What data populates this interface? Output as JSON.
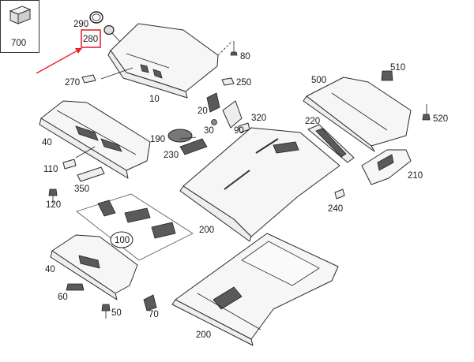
{
  "legend_box": {
    "label": "700"
  },
  "highlight": {
    "label": "280",
    "color": "#e8242c"
  },
  "callouts": {
    "c290": "290",
    "c280": "280",
    "c80": "80",
    "c270": "270",
    "c250": "250",
    "c10": "10",
    "c500": "500",
    "c510": "510",
    "c520": "520",
    "c20": "20",
    "c320": "320",
    "c220": "220",
    "c40a": "40",
    "c30": "30",
    "c90": "90",
    "c190": "190",
    "c230": "230",
    "c110": "110",
    "c350": "350",
    "c210": "210",
    "c120": "120",
    "c240": "240",
    "c200a": "200",
    "c100": "100",
    "c40b": "40",
    "c60": "60",
    "c50": "50",
    "c70": "70",
    "c200b": "200"
  }
}
